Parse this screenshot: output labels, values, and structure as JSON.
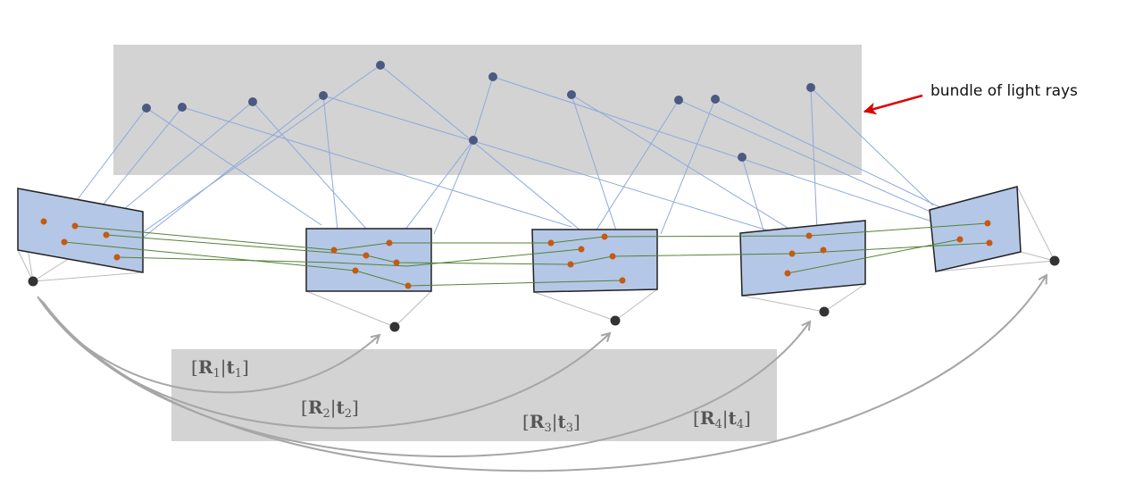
{
  "annotation": {
    "label": "bundle of light rays"
  },
  "poses": [
    {
      "R": "R",
      "t": "t",
      "index": "1"
    },
    {
      "R": "R",
      "t": "t",
      "index": "2"
    },
    {
      "R": "R",
      "t": "t",
      "index": "3"
    },
    {
      "R": "R",
      "t": "t",
      "index": "4"
    }
  ],
  "colors": {
    "scene_panel": "#d3d3d3",
    "image_plane_fill": "#b4c7e7",
    "image_plane_stroke": "#222222",
    "world_point": "#4a5a80",
    "observation": "#c55a11",
    "ray": "#8ea9db",
    "track": "#548235",
    "camera_center": "#333333",
    "pose_arrow": "#a6a6a6",
    "callout_arrow": "#e00000"
  },
  "icons": {
    "camera_center": "filled-circle",
    "pose_arrow": "curved-arrow",
    "callout_arrow": "red-arrow"
  }
}
